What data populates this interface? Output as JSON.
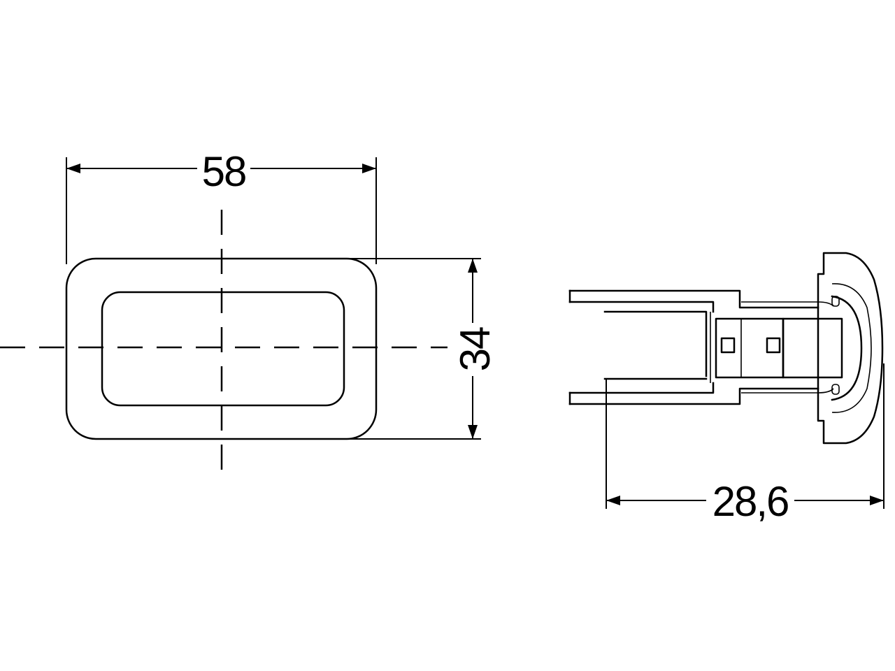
{
  "drawing": {
    "dimensions": {
      "width": "58",
      "height": "34",
      "depth": "28,6"
    }
  }
}
